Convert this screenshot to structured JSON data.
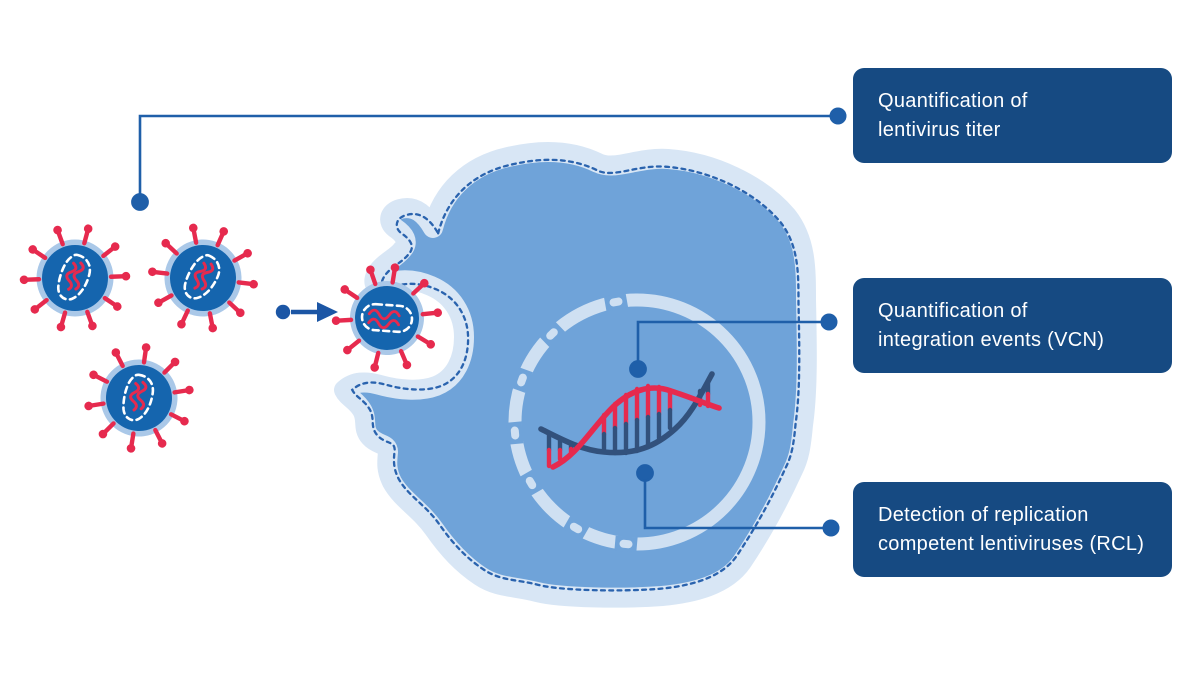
{
  "figure": {
    "title": "Lentivirus transduction of a cell with analytical QC steps",
    "background": "#ffffff"
  },
  "palette": {
    "callout_box_navy": "#164a82",
    "callout_text_white": "#ffffff",
    "connector_blue": "#1f5fa9",
    "virus_body_blue": "#1565ae",
    "virus_halo_blue": "#aac8e8",
    "spike_red": "#e62a4e",
    "cell_fill_blue": "#6fa3d9",
    "membrane_light_blue": "#d8e6f5",
    "membrane_dash_blue": "#2a63ae",
    "nucleus_ring_blue": "#cfe0f2",
    "dna_strand_navy": "#32517c",
    "dna_strand_red": "#e62a4e",
    "capsid_dash_white": "#ffffff"
  },
  "callouts": [
    {
      "id": "lentivirus-titer",
      "label": "Quantification of\nlentivirus titer"
    },
    {
      "id": "integration-vcn",
      "label": "Quantification of\nintegration events (VCN)"
    },
    {
      "id": "rcl-detection",
      "label": "Detection of replication\ncompetent lentiviruses (RCL)"
    }
  ],
  "icons": {
    "lentivirus-icon": "circle with red glycoprotein spikes, dashed capsid and red RNA squiggles",
    "cell-icon": "large light-blue blob cell with dashed membrane and entry pocket",
    "nucleus-icon": "light ring with pore capsules",
    "dna-helix-icon": "red and navy double helix with rungs",
    "arrow-right-icon": "navy dot-and-triangle arrow",
    "connector-dot": "navy round endpoint of leader lines"
  }
}
